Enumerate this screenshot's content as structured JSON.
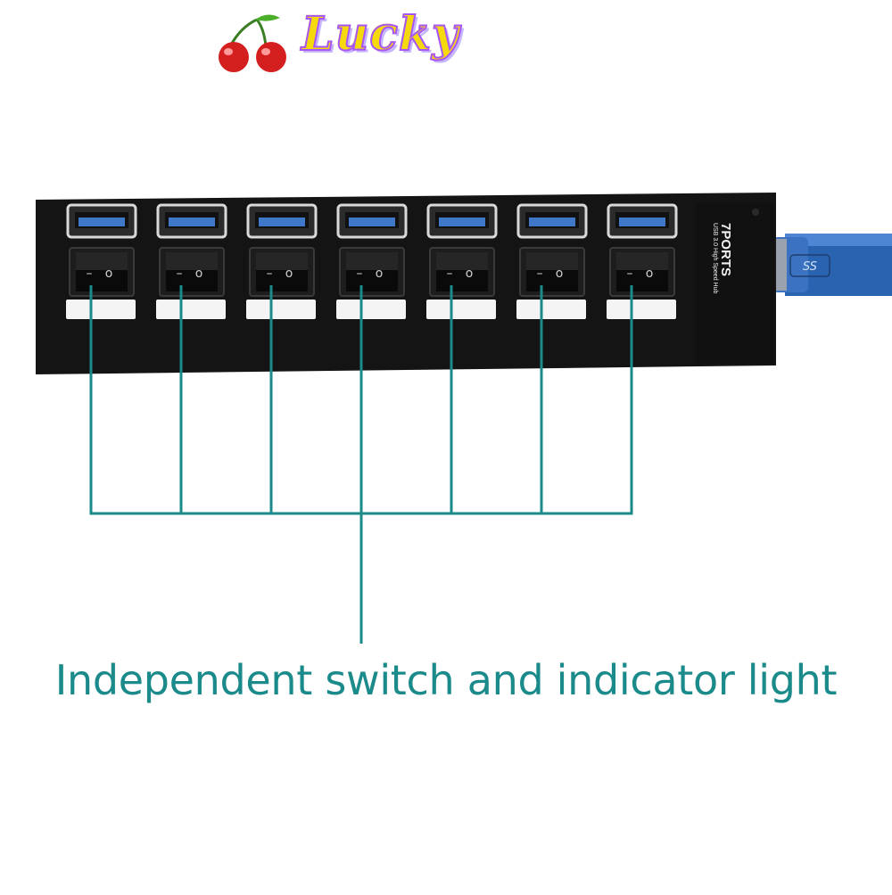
{
  "brand": {
    "logo_text": "Lucky",
    "icon": "cherry-icon",
    "text_color": "#f5d90a"
  },
  "hub": {
    "port_count": 7,
    "label_title": "7PORTS",
    "label_subtitle": "USB 3.0 High Speed Hub",
    "cable_badge": "SS",
    "body_color": "#141414",
    "port_color": "#3f78c8",
    "indicator_color": "#f4f4f4",
    "switch_glyph_off": "–",
    "switch_glyph_on": "o"
  },
  "annotation": {
    "caption": "Independent switch and indicator light",
    "line_color": "#1a8a8a"
  }
}
